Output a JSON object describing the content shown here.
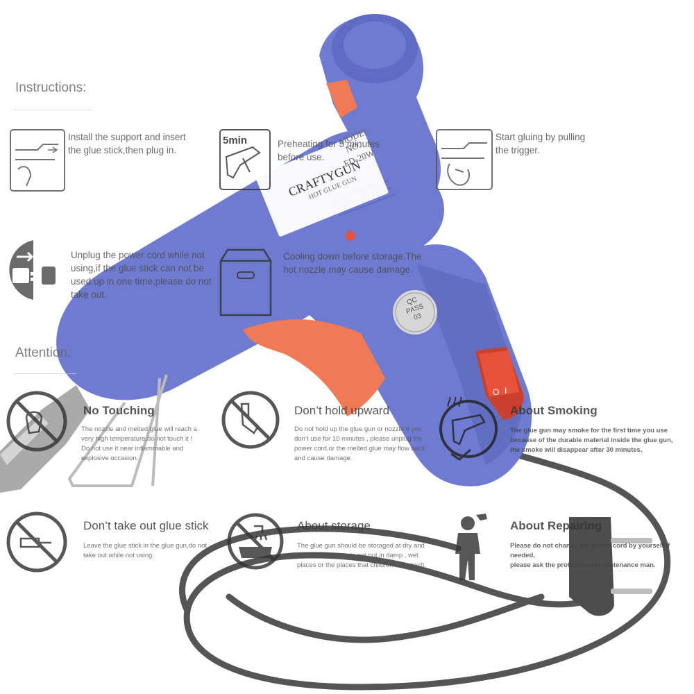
{
  "headings": {
    "instructions": "Instructions:",
    "attention": "Attention:"
  },
  "steps": [
    {
      "icon": "insert-glue-stick-icon",
      "text_lines": [
        "Install the support and insert",
        "the glue stick,then plug in."
      ]
    },
    {
      "icon": "preheat-timer-icon",
      "badge": "5min",
      "text_lines": [
        "Preheating for 5 minutes",
        "before use."
      ]
    },
    {
      "icon": "pull-trigger-icon",
      "text_lines": [
        "Start gluing by pulling",
        "the trigger."
      ]
    },
    {
      "icon": "unplug-icon",
      "text_lines": [
        "Unplug the power cord while not",
        "using,if the glue stick can not be",
        "used up in one time,please do not",
        "take out."
      ]
    },
    {
      "icon": "storage-box-icon",
      "text_lines": [
        "Cooling down before storage.The",
        "hot nozzle may cause damage."
      ]
    }
  ],
  "attention": [
    {
      "icon": "no-touching-icon",
      "title": "No Touching",
      "body_lines": [
        "The nozzle and melted glue will reach a",
        "very high temperature,do not touch it !",
        "Do not use it near inflammable and",
        "explosive occasion."
      ]
    },
    {
      "icon": "no-upward-icon",
      "title": "Don’t hold upward",
      "body_lines": [
        "Do not hold up the glue gun or nozzle.If you",
        "don’t use for 10 minutes , please unplug the",
        "power cord,or the melted glue may flow back",
        "and cause damage."
      ]
    },
    {
      "icon": "smoking-icon",
      "title": "About Smoking",
      "body_lines": [
        "The glue gun may smoke for the first time you use",
        "because of the durable material inside the glue gun,",
        "the smoke will disappear after 30 minutes."
      ]
    },
    {
      "icon": "no-remove-stick-icon",
      "title": "Don’t take out glue stick",
      "body_lines": [
        "Leave the glue stick in the glue gun,do not",
        "take out while not using."
      ]
    },
    {
      "icon": "storage-damp-icon",
      "title": "About storage",
      "body_lines": [
        "The glue gun should be storaged at dry and",
        "ventilated places,do not put in damp , wet",
        "places or the places that children can reach."
      ]
    },
    {
      "icon": "repair-worker-icon",
      "title": "About Repairing",
      "body_lines": [
        "Please do not change the power cord by yourself if needed,",
        "please ask the professional maintenance man."
      ]
    }
  ],
  "product_label": {
    "brand": "CRAFTYGUN",
    "subtitle": "HOT GLUE GUN",
    "model_heading": "MODEL",
    "model_no": "NO.",
    "model_value": "FD-20W"
  },
  "qc_sticker": {
    "line1": "QC",
    "line2": "PASS",
    "line3": "03"
  },
  "switch_marks": {
    "off": "O",
    "on": "I"
  },
  "colors": {
    "gun_body": "#6e7bd0",
    "gun_dark": "#5a66b8",
    "trigger": "#f07a55",
    "switch": "#e8523a",
    "nozzle": "#a9a9a9",
    "cord": "#555555",
    "overlay_text": "#4a4a4a"
  }
}
